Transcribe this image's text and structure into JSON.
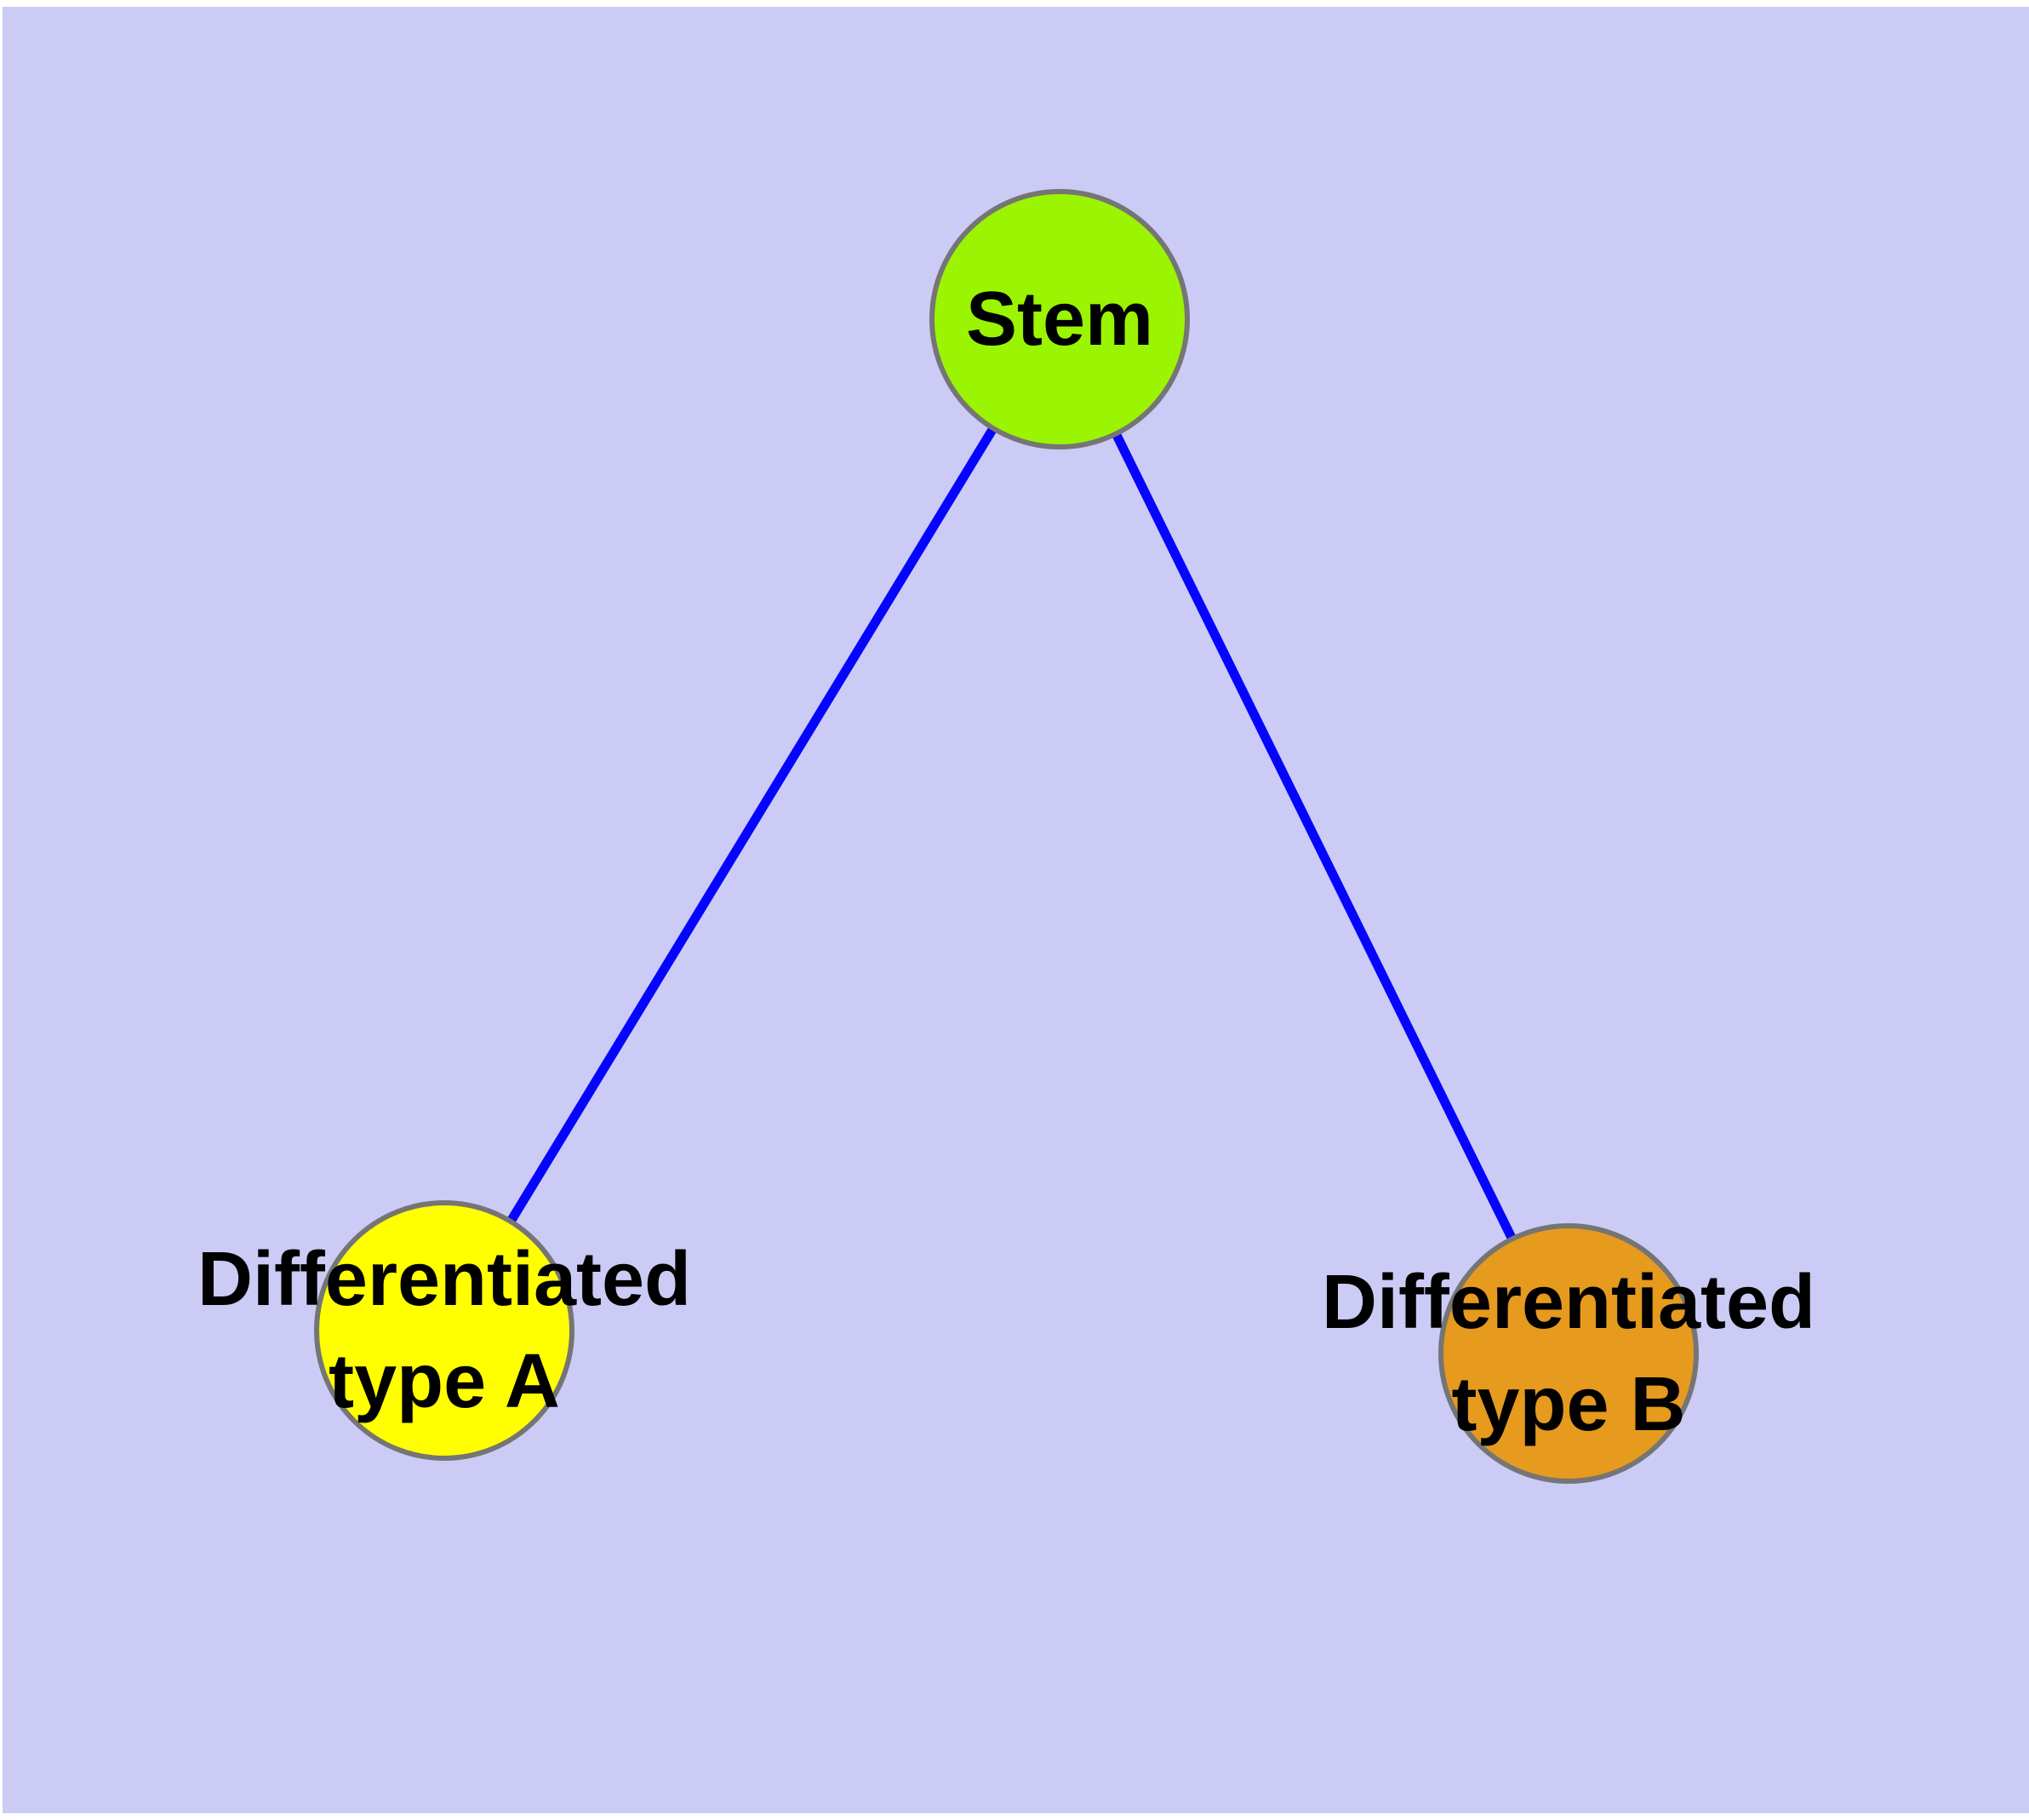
{
  "diagram": {
    "type": "node-link-graph",
    "background_color": "#CBCBF6",
    "page_margin_color": "#FFFFFF",
    "edge_color": "#0505FF",
    "node_border_color": "#757575",
    "label_color": "#000000",
    "nodes": [
      {
        "id": "stem",
        "label": "Stem",
        "fill": "#9BF402"
      },
      {
        "id": "diff-a",
        "label_line1": "Differentiated",
        "label_line2": "type A",
        "fill": "#FFFF00"
      },
      {
        "id": "diff-b",
        "label_line1": "Differentiated",
        "label_line2": "type B",
        "fill": "#E69A1E"
      }
    ],
    "edges": [
      {
        "from": "Stem",
        "to": "Differentiated type A"
      },
      {
        "from": "Stem",
        "to": "Differentiated type B"
      }
    ]
  }
}
